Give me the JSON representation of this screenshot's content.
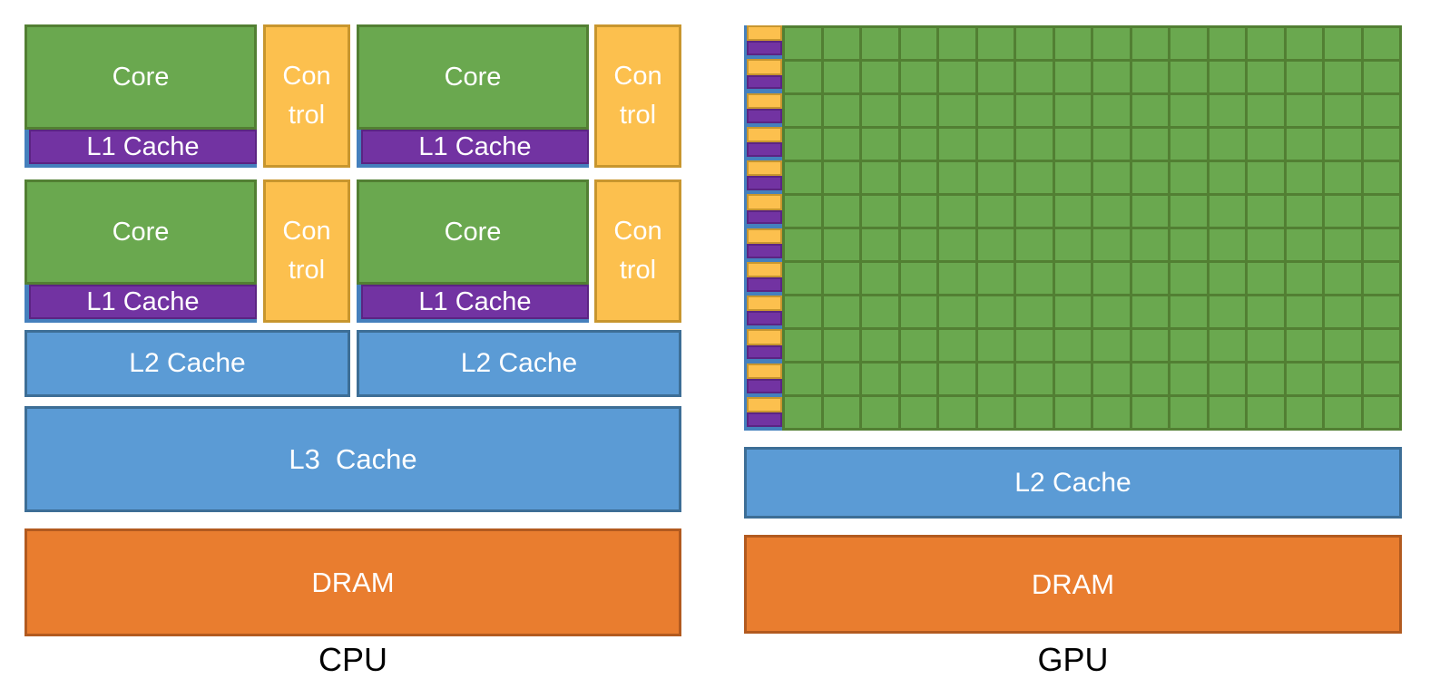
{
  "diagram": {
    "title_left": "CPU",
    "title_right": "GPU"
  },
  "cpu": {
    "label": "CPU",
    "core_blocks": [
      {
        "core_label": "Core",
        "l1_label": "L1 Cache",
        "control_line1": "Con",
        "control_line2": "trol"
      },
      {
        "core_label": "Core",
        "l1_label": "L1 Cache",
        "control_line1": "Con",
        "control_line2": "trol"
      },
      {
        "core_label": "Core",
        "l1_label": "L1 Cache",
        "control_line1": "Con",
        "control_line2": "trol"
      },
      {
        "core_label": "Core",
        "l1_label": "L1 Cache",
        "control_line1": "Con",
        "control_line2": "trol"
      }
    ],
    "l2_blocks": [
      {
        "label": "L2 Cache"
      },
      {
        "label": "L2 Cache"
      }
    ],
    "l3": {
      "label": "L3  Cache"
    },
    "dram": {
      "label": "DRAM"
    }
  },
  "gpu": {
    "label": "GPU",
    "grid": {
      "rows": 12,
      "columns": 16
    },
    "l2": {
      "label": "L2 Cache"
    },
    "dram": {
      "label": "DRAM"
    }
  },
  "colors": {
    "core_green_fill": "#6aa84f",
    "core_green_border": "#527f33",
    "control_amber_fill": "#fcc04e",
    "control_amber_border": "#c8962e",
    "l1_purple_fill": "#7233a2",
    "l1_purple_border": "#5b2483",
    "backing_blue": "#4580bd",
    "cache_blue_fill": "#5b9bd5",
    "cache_blue_border": "#3d6e96",
    "dram_orange_fill": "#e97d2f",
    "dram_orange_border": "#b25a1f",
    "text_white": "#ffffff",
    "label_black": "#000000"
  }
}
